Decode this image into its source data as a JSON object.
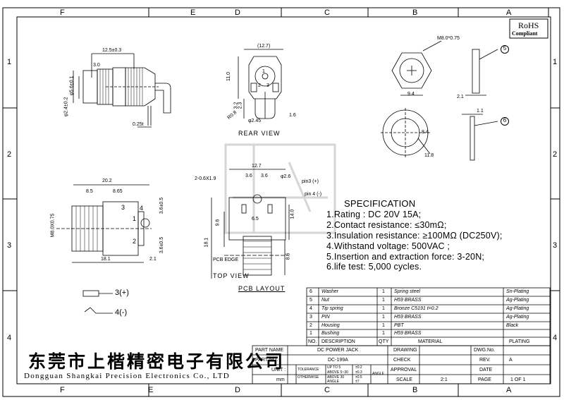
{
  "columns": [
    "F",
    "E",
    "D",
    "C",
    "B",
    "A"
  ],
  "rows": [
    "1",
    "2",
    "3",
    "4"
  ],
  "rohs": {
    "line1": "RoHS",
    "line2": "Compliant"
  },
  "side_view": {
    "dim_length": "12.5±0.3",
    "dim_3": "3.0",
    "dim_dia1": "φ5.6±0.1",
    "dim_dia2": "φ2.4±0.2",
    "dim_thick": "0.25t"
  },
  "rear_view": {
    "dim_width": "(12.7)",
    "dim_height": "11.0",
    "dim_1": "1",
    "dim_2": "2",
    "dim_3": "3",
    "dim_a": "3.2",
    "dim_b": "2.3",
    "dim_r": "R0.8",
    "dim_pin": "φ2.45",
    "dim_16": "1.6",
    "label": "REAR VIEW"
  },
  "nut": {
    "thread": "M8.0*0.75",
    "width": "9.4",
    "dim_thick": "2.1",
    "callout": "5"
  },
  "washer": {
    "id": "8.4",
    "od": "11.8",
    "thick": "1.1",
    "callout": "6"
  },
  "top_view": {
    "total": "20.2",
    "seg1": "8.5",
    "seg2": "8.65",
    "thread": "M8.0X0.75",
    "pin4": "4",
    "pin1": "1",
    "pin2": "2",
    "pin3": "3",
    "dim_h1": "3.6±0.5",
    "dim_h2": "3.6±0.5",
    "base": "18.1",
    "end": "2.1",
    "label": "TOP VIEW"
  },
  "pcb_layout": {
    "width": "12.7",
    "d36a": "3.6",
    "d36b": "3.6",
    "dia": "φ2.6",
    "holes": "2-0.6X1.9",
    "pin3": "pin3 (+)",
    "pin4": "pin 4 (-)",
    "d65": "6.5",
    "d96": "9.6",
    "d181": "18.1",
    "d140": "14.0",
    "d85": "8.5",
    "pcb_edge": "PCB EDGE",
    "label": "PCB LAYOUT"
  },
  "spec": {
    "title": "SPECIFICATION",
    "lines": [
      "1.Rating : DC 20V 15A;",
      "2.Contact resistance: ≤30mΩ;",
      "3.Insulation resistance: ≥100MΩ (DC250V);",
      "4.Withstand voltage: 500VAC ;",
      "5.Insertion and extraction force: 3-20N;",
      "6.life test: 5,000 cycles."
    ]
  },
  "legend": {
    "plus": "3(+)",
    "minus": "4(-)"
  },
  "bom": {
    "rows": [
      {
        "no": "6",
        "desc": "Washer",
        "qty": "1",
        "material": "Spring steel",
        "plating": "Sn-Plating"
      },
      {
        "no": "5",
        "desc": "Nut",
        "qty": "1",
        "material": "H59 BRASS",
        "plating": "Ag-Plating"
      },
      {
        "no": "4",
        "desc": "Tip spring",
        "qty": "1",
        "material": "Bronze C5191 t=0.2",
        "plating": "Ag-Plating"
      },
      {
        "no": "3",
        "desc": "PIN",
        "qty": "1",
        "material": "H59 BRASS",
        "plating": "Ag-Plating"
      },
      {
        "no": "2",
        "desc": "Housing",
        "qty": "1",
        "material": "PBT",
        "plating": "Black"
      },
      {
        "no": "1",
        "desc": "Bushing",
        "qty": "1",
        "material": "H59 BRASS",
        "plating": ""
      }
    ],
    "header": {
      "no": "NO.",
      "desc": "DESCRIPTION",
      "qty": "QTY",
      "material": "MATERIAL",
      "plating": "PLATING"
    }
  },
  "title_block": {
    "part_name_label": "PART NAME",
    "part_name": "DC POWER JACK",
    "part_no_label": "PART NO.",
    "part_no": "DC-199A",
    "unit_label": "UNIT :",
    "unit": "mm",
    "tol_label": "TOLERANCE",
    "other_label": "OTHERWISE",
    "tol_up5": "UP TO 5",
    "tol_5_30": "ABOVE 5~30",
    "tol_above30": "ABOVE 30",
    "tol_angle": "ANGLE",
    "tol_v1": "±0.2",
    "tol_v2": "±0.3",
    "tol_v3": "±0.5",
    "tol_v4": "±7",
    "angle_label": "ANGLE",
    "drawing": "DRAWING",
    "check": "CHECK",
    "approval": "APPROVAL",
    "scale_label": "SCALE",
    "scale": "2:1",
    "dwg_no": "DWG.No.",
    "rev_label": "REV.",
    "rev": "A",
    "date": "DATE",
    "page_label": "PAGE",
    "page": "1 OF 1"
  },
  "company": {
    "cn": "东莞市上楷精密电子有限公司",
    "en": "Dongguan Shangkai Precision Electronics Co., LTD"
  }
}
